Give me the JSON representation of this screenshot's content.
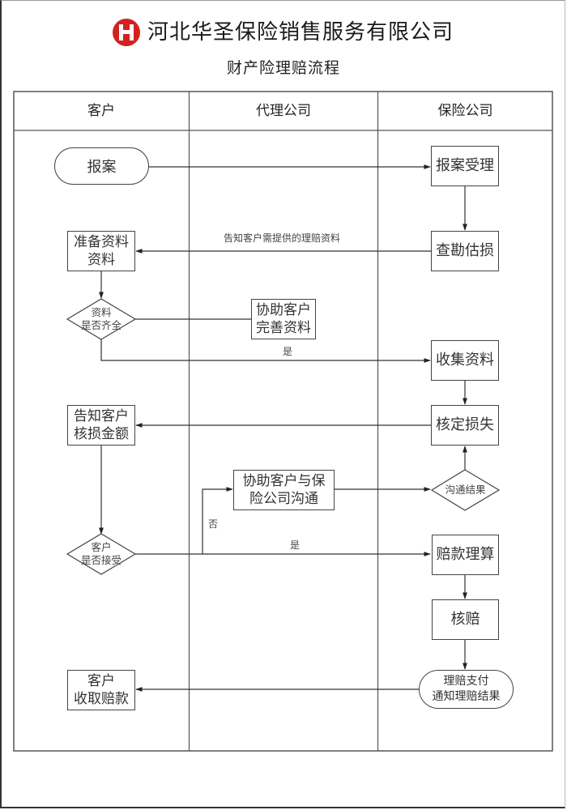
{
  "header": {
    "company_name": "河北华圣保险销售服务有限公司",
    "document_title": "财产险理赔流程",
    "logo_icon": "company-logo-icon",
    "brand_color": "#d42020"
  },
  "lanes": [
    {
      "label": "客户"
    },
    {
      "label": "代理公司"
    },
    {
      "label": "保险公司"
    }
  ],
  "nodes": {
    "report": {
      "text": "报案",
      "shape": "terminator"
    },
    "report_accept": {
      "text": "报案受理",
      "shape": "process"
    },
    "survey_assess": {
      "text": "查勘估损",
      "shape": "process"
    },
    "prepare_docs": {
      "line1": "准备资料",
      "line2": "资料",
      "shape": "process"
    },
    "docs_complete": {
      "line1": "资料",
      "line2": "是否齐全",
      "shape": "decision"
    },
    "assist_complete_docs": {
      "line1": "协助客户",
      "line2": "完善资料",
      "shape": "process"
    },
    "collect_docs": {
      "text": "收集资料",
      "shape": "process"
    },
    "determine_loss": {
      "text": "核定损失",
      "shape": "process"
    },
    "notify_loss_amount": {
      "line1": "告知客户",
      "line2": "核损金额",
      "shape": "process"
    },
    "assist_communicate": {
      "line1": "协助客户与保",
      "line2": "险公司沟通",
      "shape": "process"
    },
    "communication_result": {
      "text": "沟通结果",
      "shape": "decision"
    },
    "customer_accepts": {
      "line1": "客户",
      "line2": "是否接受",
      "shape": "decision"
    },
    "claim_calculation": {
      "text": "赔款理算",
      "shape": "process"
    },
    "claim_review": {
      "text": "核赔",
      "shape": "process"
    },
    "payment_notify": {
      "line1": "理赔支付",
      "line2": "通知理赔结果",
      "shape": "terminator"
    },
    "customer_receive": {
      "line1": "客户",
      "line2": "收取赔款",
      "shape": "process"
    }
  },
  "edge_labels": {
    "notify_required_docs": "告知客户需提供的理赔资料",
    "docs_yes": "是",
    "accept_no": "否",
    "accept_yes": "是"
  },
  "colors": {
    "line": "#333333",
    "table_border": "#555555"
  }
}
